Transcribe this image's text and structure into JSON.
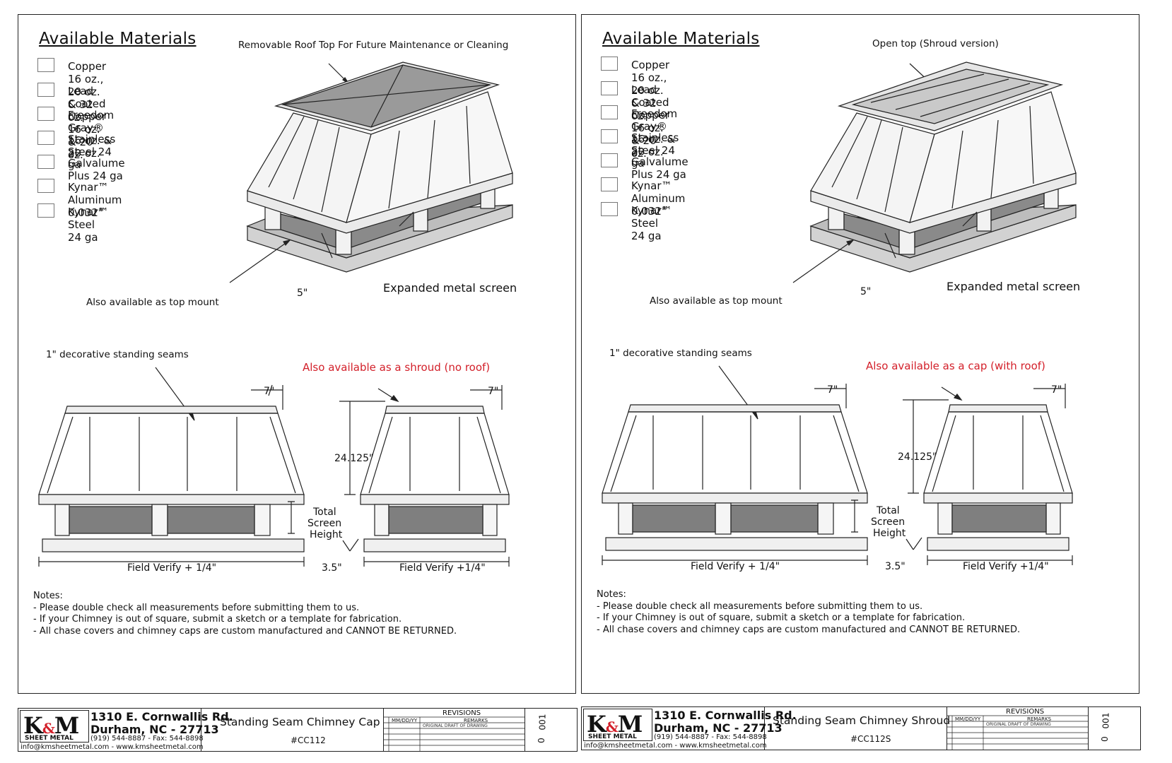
{
  "sheets": [
    {
      "available_heading": "Available Materials",
      "materials": [
        "Copper 16 oz., 20 oz. & 32 oz.",
        "Lead Coated Copper 16 oz. & 20 oz.",
        "Freedom Gray® 16 oz. & 20 oz.",
        "Stainless Steel 24 ga",
        "Galvalume Plus 24 ga",
        "Kynar™ Aluminum 0.032\"",
        "Kynar™ Steel 24 ga"
      ],
      "top_callout": "Removable Roof Top For Future Maintenance or Cleaning",
      "screen_callout": "Expanded metal screen",
      "mount_callout": "Also available as top mount",
      "iso_dim": "5\"",
      "seams_callout": "1\" decorative standing seams",
      "alt_callout": "Also available as a shroud (no roof)",
      "dim_7_left": "7\"",
      "dim_7_right": "7\"",
      "dim_height": "24.125\"",
      "screen_height": [
        "Total",
        "Screen",
        "Height"
      ],
      "dim_35": "3.5\"",
      "field_verify_left": "Field Verify + 1/4\"",
      "field_verify_right": "Field Verify +1/4\"",
      "notes_title": "Notes:",
      "notes": [
        "- Please double check all measurements before submitting them to us.",
        "- If your Chimney is out of square, submit a sketch or a template for fabrication.",
        "- All chase covers and chimney caps are custom manufactured and CANNOT BE RETURNED."
      ],
      "title_block": {
        "logo": "K&M",
        "logo_sub": "SHEET METAL",
        "address_1": "1310 E. Cornwallis Rd.",
        "address_2": "Durham, NC - 27713",
        "phone": "(919) 544-8887 - Fax: 544-8898",
        "email": "info@kmsheetmetal.com - www.kmsheetmetal.com",
        "title": "Standing Seam Chimney Cap",
        "number": "#CC112",
        "revisions": "REVISIONS",
        "rev_date_hdr": "MM/DD/YY",
        "rev_remarks_hdr": "REMARKS",
        "rev_first": "ORIGINAL DRAFT OF DRAWING",
        "sheet_no": "001",
        "rev_letter": "0"
      }
    },
    {
      "available_heading": "Available Materials",
      "materials": [
        "Copper 16 oz., 20 oz. & 32 oz.",
        "Lead Coated Copper 16 oz. & 20 oz.",
        "Freedom Gray® 16 oz. & 20 oz.",
        "Stainless Steel 24 ga",
        "Galvalume Plus 24 ga",
        "Kynar™ Aluminum 0.032\"",
        "Kynar™ Steel 24 ga"
      ],
      "top_callout": "Open top (Shroud version)",
      "screen_callout": "Expanded metal screen",
      "mount_callout": "Also available as top mount",
      "iso_dim": "5\"",
      "seams_callout": "1\" decorative standing seams",
      "alt_callout": "Also available as a cap (with roof)",
      "dim_7_left": "7\"",
      "dim_7_right": "7\"",
      "dim_height": "24.125\"",
      "screen_height": [
        "Total",
        "Screen",
        "Height"
      ],
      "dim_35": "3.5\"",
      "field_verify_left": "Field Verify + 1/4\"",
      "field_verify_right": "Field Verify +1/4\"",
      "notes_title": "Notes:",
      "notes": [
        "- Please double check all measurements before submitting them to us.",
        "- If your Chimney is out of square, submit a sketch or a template for fabrication.",
        "- All chase covers and chimney caps are custom manufactured and CANNOT BE RETURNED."
      ],
      "title_block": {
        "logo": "K&M",
        "logo_sub": "SHEET METAL",
        "address_1": "1310 E. Cornwallis Rd.",
        "address_2": "Durham, NC - 27713",
        "phone": "(919) 544-8887 - Fax: 544-8898",
        "email": "info@kmsheetmetal.com - www.kmsheetmetal.com",
        "title": "Standing Seam Chimney Shroud",
        "number": "#CC112S",
        "revisions": "REVISIONS",
        "rev_date_hdr": "MM/DD/YY",
        "rev_remarks_hdr": "REMARKS",
        "rev_first": "ORIGINAL DRAFT OF DRAWING",
        "sheet_no": "001",
        "rev_letter": "0"
      }
    }
  ],
  "colors": {
    "line": "#222222",
    "red": "#d3202a",
    "roof": "#9a9a9a",
    "base": "#c8c8c8"
  }
}
